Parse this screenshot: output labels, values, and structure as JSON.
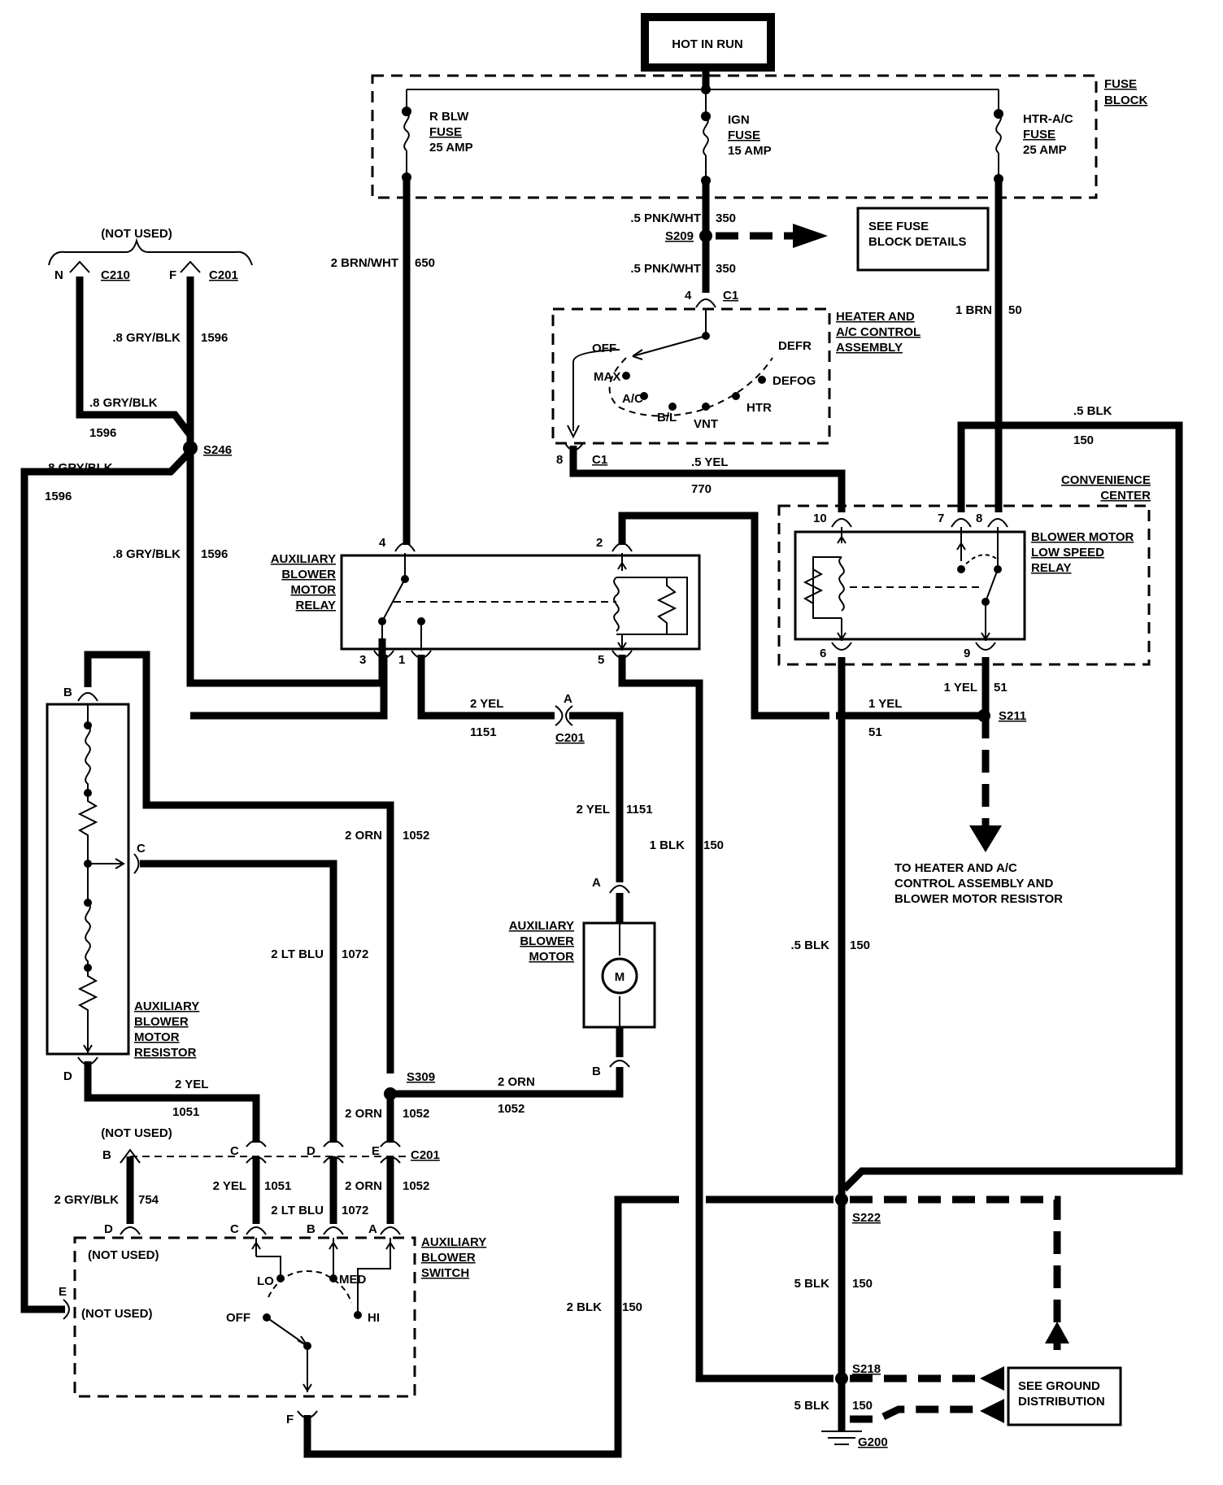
{
  "power_box": "HOT IN RUN",
  "fuse_block": {
    "label_1": "FUSE",
    "label_2": "BLOCK",
    "fuses": [
      [
        "R BLW",
        "FUSE",
        "25 AMP"
      ],
      [
        "IGN",
        "FUSE",
        "15 AMP"
      ],
      [
        "HTR-A/C",
        "FUSE",
        "25 AMP"
      ]
    ]
  },
  "see_fuse_block": [
    "SEE FUSE",
    "BLOCK DETAILS"
  ],
  "hvac_control": {
    "title": [
      "HEATER AND",
      "A/C CONTROL",
      "ASSEMBLY"
    ],
    "positions": [
      "OFF",
      "MAX",
      "A/C",
      "B/L",
      "VNT",
      "HTR",
      "DEFOG",
      "DEFR"
    ]
  },
  "aux_relay": {
    "title": [
      "AUXILIARY",
      "BLOWER",
      "MOTOR",
      "RELAY"
    ]
  },
  "low_speed_relay": {
    "title": [
      "BLOWER MOTOR",
      "LOW SPEED",
      "RELAY"
    ]
  },
  "convenience_center": [
    "CONVENIENCE",
    "CENTER"
  ],
  "aux_motor": {
    "title": [
      "AUXILIARY",
      "BLOWER",
      "MOTOR"
    ],
    "symbol": "M"
  },
  "aux_resistor": {
    "title": [
      "AUXILIARY",
      "BLOWER",
      "MOTOR",
      "RESISTOR"
    ]
  },
  "aux_switch": {
    "title": [
      "AUXILIARY",
      "BLOWER",
      "SWITCH"
    ],
    "positions": [
      "OFF",
      "LO",
      "MED",
      "HI"
    ]
  },
  "not_used": "(NOT USED)",
  "to_heater": [
    "TO HEATER AND A/C",
    "CONTROL ASSEMBLY AND",
    "BLOWER MOTOR RESISTOR"
  ],
  "see_ground": [
    "SEE GROUND",
    "DISTRIBUTION"
  ],
  "splices": [
    "S209",
    "S246",
    "S211",
    "S309",
    "S222",
    "S218"
  ],
  "ground": "G200",
  "connectors": [
    "C1",
    "C201",
    "C210"
  ],
  "pins": [
    "1",
    "2",
    "3",
    "4",
    "5",
    "6",
    "7",
    "8",
    "9",
    "10",
    "A",
    "B",
    "C",
    "D",
    "E",
    "F",
    "N"
  ],
  "wires": {
    "pnk_wht": ".5 PNK/WHT",
    "c350": "350",
    "brn_wht": "2 BRN/WHT",
    "c650": "650",
    "brn": "1 BRN",
    "c50": "50",
    "gry_blk": ".8 GRY/BLK",
    "c1596": "1596",
    "yel05": ".5 YEL",
    "c770": "770",
    "blk05": ".5 BLK",
    "c150": "150",
    "yel2": "2 YEL",
    "c1151": "1151",
    "yel1": "1 YEL",
    "c51": "51",
    "blk1": "1 BLK",
    "orn2": "2 ORN",
    "c1052": "1052",
    "ltblu": "2 LT BLU",
    "c1072": "1072",
    "c1051": "1051",
    "grybl2": "2 GRY/BLK",
    "c754": "754",
    "blk2": "2 BLK",
    "blk5": "5 BLK"
  }
}
